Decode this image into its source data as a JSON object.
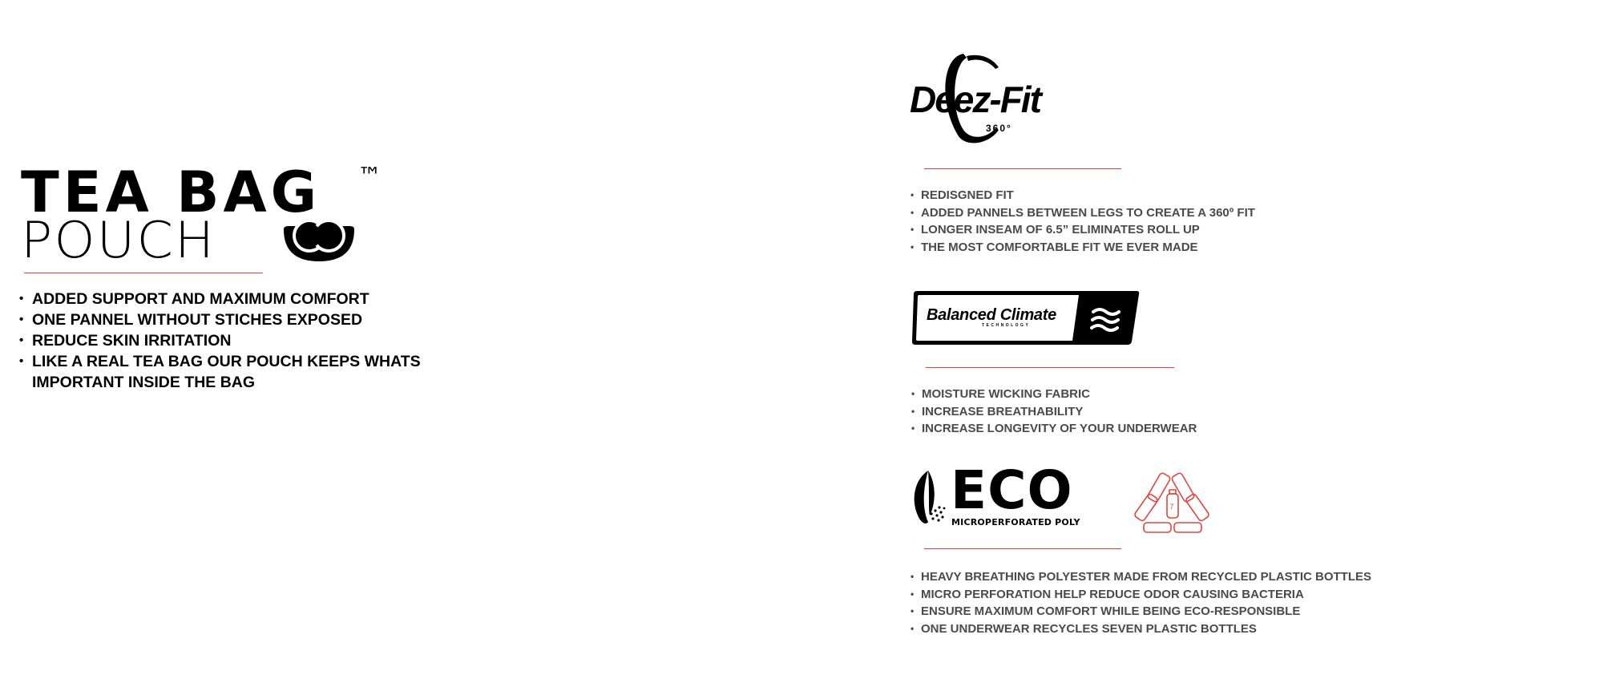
{
  "tea_bag": {
    "title_line1": "TEA BAG",
    "trademark": "™",
    "title_line2": "POUCH",
    "bullets": [
      "ADDED SUPPORT AND MAXIMUM COMFORT",
      "ONE PANNEL WITHOUT STICHES EXPOSED",
      "REDUCE SKIN IRRITATION",
      "LIKE A REAL TEA BAG OUR POUCH KEEPS WHATS IMPORTANT INSIDE THE BAG"
    ]
  },
  "deez_fit": {
    "logo_text": "Deez-Fit",
    "logo_sub": "360°",
    "bullets": [
      "REDISGNED FIT",
      "ADDED PANNELS BETWEEN LEGS TO CREATE A 360º FIT",
      "LONGER INSEAM OF 6.5” ELIMINATES ROLL UP",
      "THE MOST COMFORTABLE FIT WE EVER MADE"
    ]
  },
  "balanced_climate": {
    "logo_text": "Balanced Climate",
    "logo_sub": "TECHNOLOGY",
    "bullets": [
      "MOISTURE WICKING FABRIC",
      "INCREASE BREATHABILITY",
      "INCREASE LONGEVITY OF YOUR UNDERWEAR"
    ]
  },
  "eco": {
    "logo_text": "ECO",
    "logo_sub": "MICROPERFORATED POLY",
    "recycle_digit": "7",
    "bullets": [
      "HEAVY BREATHING POLYESTER MADE FROM RECYCLED PLASTIC BOTTLES",
      "MICRO PERFORATION HELP REDUCE ODOR CAUSING BACTERIA",
      "ENSURE MAXIMUM COMFORT WHILE BEING ECO-RESPONSIBLE",
      "ONE UNDERWEAR RECYCLES SEVEN PLASTIC BOTTLES"
    ]
  },
  "colors": {
    "accent_red": "#e0443d",
    "text_gray": "#4a4a4a",
    "black": "#000000"
  }
}
